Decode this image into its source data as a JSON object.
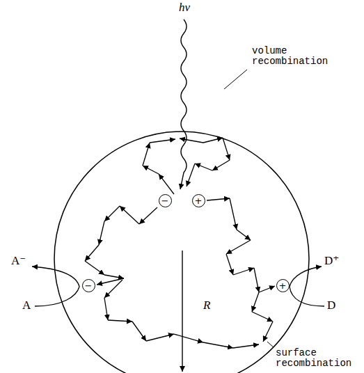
{
  "diagram": {
    "nodes": [
      {
        "text": [
          "−"
        ]
      },
      {
        "text": [
          "+"
        ]
      },
      {
        "text": [
          "−"
        ]
      },
      {
        "text": [
          "+"
        ]
      }
    ],
    "labels": [
      "hν",
      "volume recombination",
      "A⁻",
      "A",
      "R",
      "D⁺",
      "D",
      "surface recombination"
    ]
  }
}
